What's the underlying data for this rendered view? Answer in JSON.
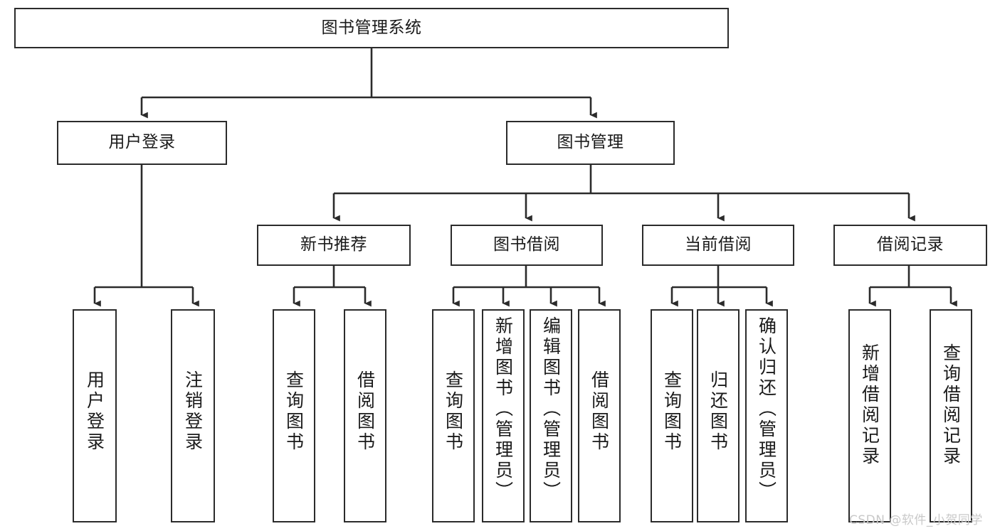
{
  "diagram": {
    "title": "图书管理系统",
    "type": "hierarchy-tree",
    "watermark": "CSDN @软件_小贺同学",
    "colors": {
      "box_border": "#2b2b2b",
      "box_fill": "#ffffff",
      "edge": "#2b2b2b",
      "text": "#1a1a1a",
      "watermark": "#c9c9c9"
    },
    "nodes": {
      "root": {
        "label": "图书管理系统",
        "level": 0
      },
      "user_login": {
        "label": "用户登录",
        "level": 1
      },
      "book_manage": {
        "label": "图书管理",
        "level": 1
      },
      "new_book_rec": {
        "label": "新书推荐",
        "level": 2
      },
      "book_borrow": {
        "label": "图书借阅",
        "level": 2
      },
      "current_borrow": {
        "label": "当前借阅",
        "level": 2
      },
      "borrow_record": {
        "label": "借阅记录",
        "level": 2
      },
      "leaf_user_login": {
        "label": "用户登录",
        "level": 3
      },
      "leaf_logout": {
        "label": "注销登录",
        "level": 3
      },
      "leaf_query_book_1": {
        "label": "查询图书",
        "level": 3
      },
      "leaf_borrow_book_1": {
        "label": "借阅图书",
        "level": 3
      },
      "leaf_query_book_2": {
        "label": "查询图书",
        "level": 3
      },
      "leaf_add_book": {
        "label": "新增图书（管理员）",
        "level": 3
      },
      "leaf_edit_book": {
        "label": "编辑图书（管理员）",
        "level": 3
      },
      "leaf_borrow_book_2": {
        "label": "借阅图书",
        "level": 3
      },
      "leaf_query_book_3": {
        "label": "查询图书",
        "level": 3
      },
      "leaf_return_book": {
        "label": "归还图书",
        "level": 3
      },
      "leaf_confirm_return": {
        "label": "确认归还（管理员）",
        "level": 3
      },
      "leaf_add_record": {
        "label": "新增借阅记录",
        "level": 3
      },
      "leaf_query_record": {
        "label": "查询借阅记录",
        "level": 3
      }
    },
    "edges": [
      {
        "from": "root",
        "to": "user_login"
      },
      {
        "from": "root",
        "to": "book_manage"
      },
      {
        "from": "book_manage",
        "to": "new_book_rec"
      },
      {
        "from": "book_manage",
        "to": "book_borrow"
      },
      {
        "from": "book_manage",
        "to": "current_borrow"
      },
      {
        "from": "book_manage",
        "to": "borrow_record"
      },
      {
        "from": "user_login",
        "to": "leaf_user_login"
      },
      {
        "from": "user_login",
        "to": "leaf_logout"
      },
      {
        "from": "new_book_rec",
        "to": "leaf_query_book_1"
      },
      {
        "from": "new_book_rec",
        "to": "leaf_borrow_book_1"
      },
      {
        "from": "book_borrow",
        "to": "leaf_query_book_2"
      },
      {
        "from": "book_borrow",
        "to": "leaf_add_book"
      },
      {
        "from": "book_borrow",
        "to": "leaf_edit_book"
      },
      {
        "from": "book_borrow",
        "to": "leaf_borrow_book_2"
      },
      {
        "from": "current_borrow",
        "to": "leaf_query_book_3"
      },
      {
        "from": "current_borrow",
        "to": "leaf_return_book"
      },
      {
        "from": "current_borrow",
        "to": "leaf_confirm_return"
      },
      {
        "from": "borrow_record",
        "to": "leaf_add_record"
      },
      {
        "from": "borrow_record",
        "to": "leaf_query_record"
      }
    ]
  }
}
